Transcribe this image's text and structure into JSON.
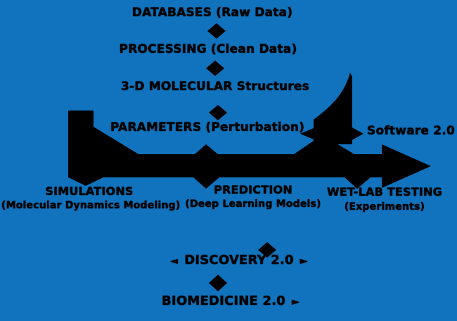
{
  "palette": {
    "background": "#1173BD",
    "ink": "#000000"
  },
  "flow": {
    "step_1": "DATABASES (Raw Data)",
    "step_2": "PROCESSING (Clean Data)",
    "step_3": "3-D MOLECULAR Structures",
    "step_4": "PARAMETERS (Perturbation)",
    "software_label": "Software 2.0",
    "step_5": "DISCOVERY 2.0",
    "step_6": "BIOMEDICINE 2.0"
  },
  "branches": {
    "left": {
      "title": "SIMULATIONS",
      "subtitle": "(Molecular Dynamics Modeling)"
    },
    "center": {
      "title": "PREDICTION",
      "subtitle": "(Deep Learning Models)"
    },
    "right": {
      "title": "WET-LAB TESTING",
      "subtitle": "(Experiments)"
    }
  },
  "icons": {
    "diamond": "◆",
    "left_arrow": "◄",
    "right_arrow": "►"
  }
}
